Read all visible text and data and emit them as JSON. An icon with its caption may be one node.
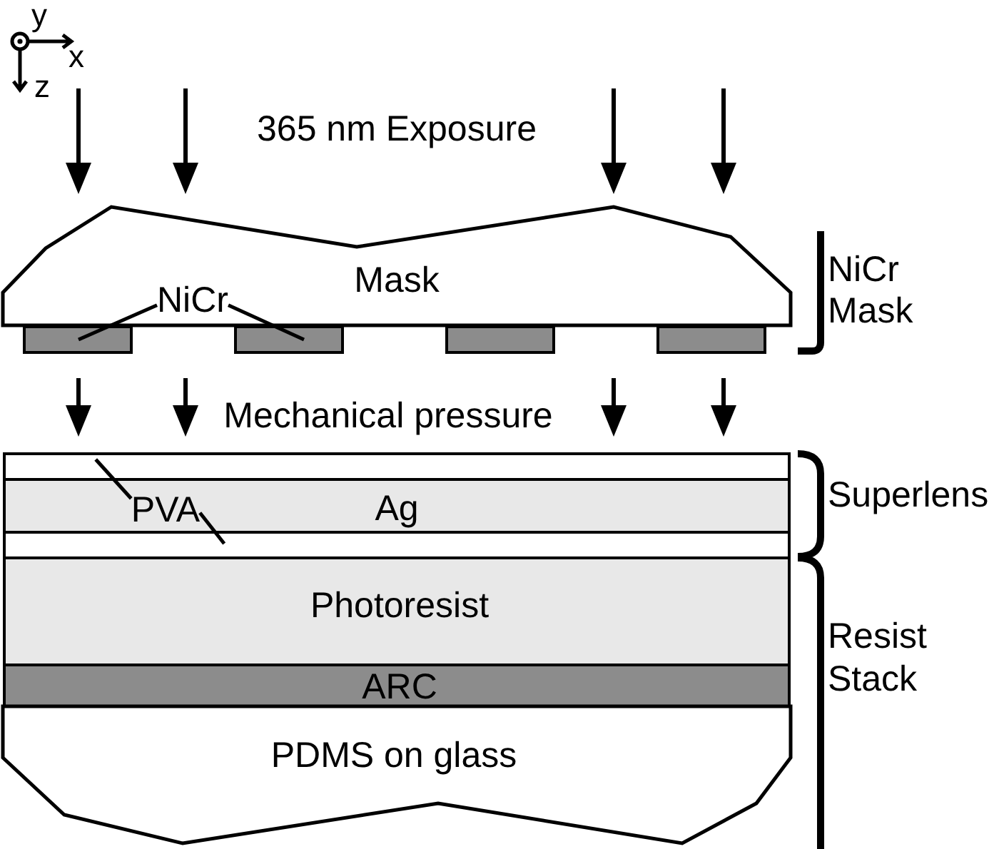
{
  "diagram": {
    "nodes": [
      {
        "text": [
          "Mask"
        ]
      },
      {
        "text": [
          "NiCr"
        ],
        "in": 0
      },
      {
        "text": [],
        "shape": "box"
      },
      {
        "text": [],
        "shape": "box"
      },
      {
        "text": [],
        "shape": "box"
      },
      {
        "text": [],
        "shape": "box"
      },
      {
        "text": [],
        "shape": "box"
      },
      {
        "text": [
          "Ag"
        ]
      },
      {
        "text": [
          "PVA"
        ],
        "in": 7
      },
      {
        "text": [],
        "shape": "box"
      },
      {
        "text": [
          "Photoresist"
        ]
      },
      {
        "text": [
          "ARC"
        ]
      },
      {
        "text": [
          "PDMS on glass"
        ]
      }
    ],
    "edges": [
      {
        "from": 1,
        "to": 2,
        "arrow": "none"
      },
      {
        "from": 1,
        "to": 3,
        "arrow": "none"
      },
      {
        "from": 8,
        "to": 6,
        "arrow": "none"
      },
      {
        "from": 8,
        "to": 9,
        "arrow": "none"
      }
    ],
    "labels": [
      "y",
      "x",
      "z",
      "365 nm Exposure",
      "NiCr Mask",
      "Mechanical pressure",
      "Superlens",
      "Resist Stack"
    ]
  }
}
